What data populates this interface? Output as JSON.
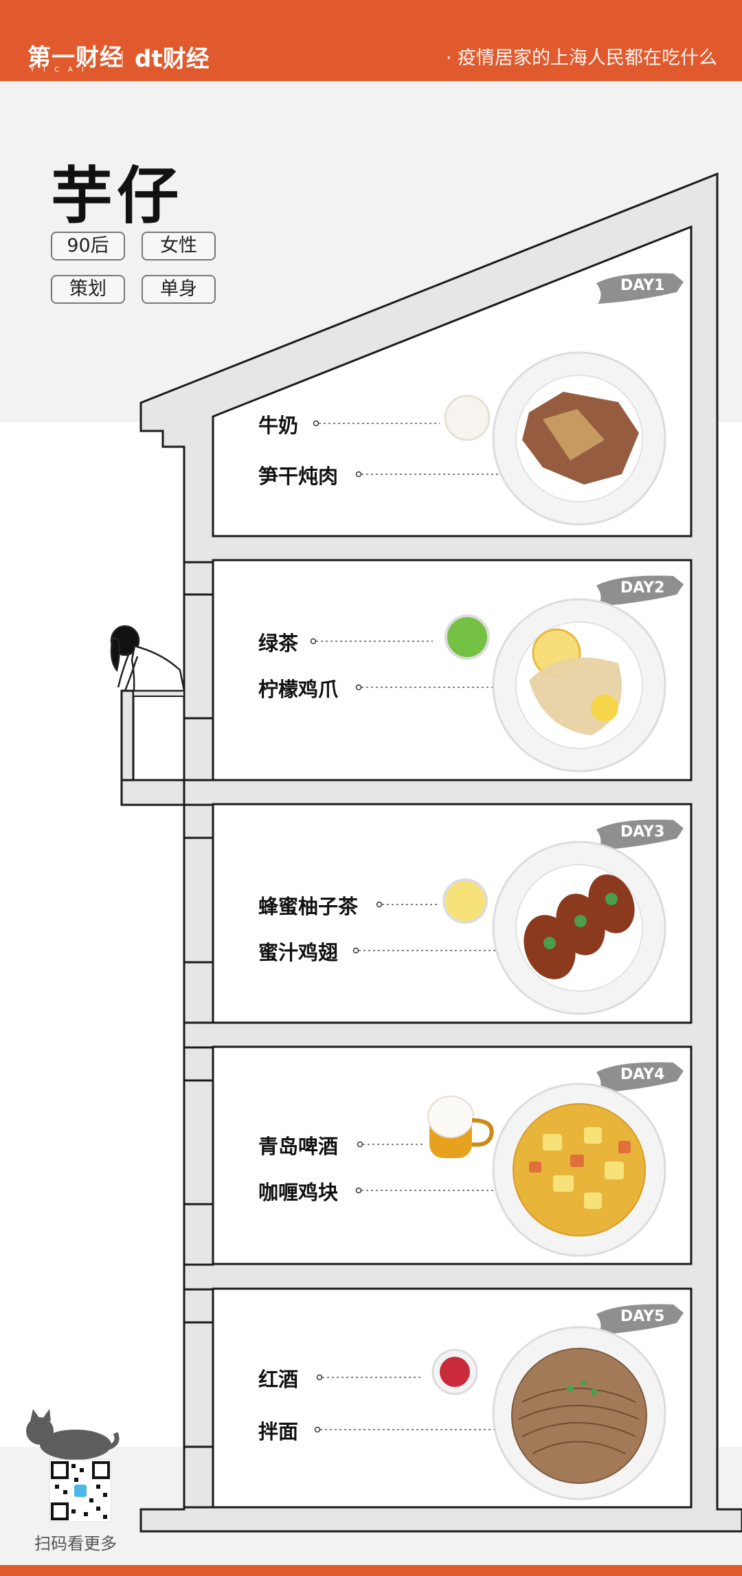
{
  "header": {
    "logo_yicai": "第一财经",
    "logo_yicai_sub": "YICAI",
    "logo_dt": "dt财经",
    "tagline": "· 疫情居家的上海人民都在吃什么"
  },
  "person": {
    "name": "芋仔",
    "tags": [
      "90后",
      "女性",
      "策划",
      "单身"
    ]
  },
  "days": [
    {
      "label": "DAY1",
      "drink": "牛奶",
      "dish": "笋干炖肉",
      "drink_color": "#f6f3ee",
      "dish_color": "#8a4a2a"
    },
    {
      "label": "DAY2",
      "drink": "绿茶",
      "dish": "柠檬鸡爪",
      "drink_color": "#74c043",
      "dish_color": "#f1c64c"
    },
    {
      "label": "DAY3",
      "drink": "蜂蜜柚子茶",
      "dish": "蜜汁鸡翅",
      "drink_color": "#f7e27a",
      "dish_color": "#8b3a1e"
    },
    {
      "label": "DAY4",
      "drink": "青岛啤酒",
      "dish": "咖喱鸡块",
      "drink_color": "#e6a11f",
      "dish_color": "#f0c23a"
    },
    {
      "label": "DAY5",
      "drink": "红酒",
      "dish": "拌面",
      "drink_color": "#c92b3a",
      "dish_color": "#9c7250"
    }
  ],
  "footer": {
    "qr_caption": "扫码看更多"
  },
  "colors": {
    "brand": "#e05a2d",
    "wall": "#e6e6e6",
    "band": "#f2f2f2"
  }
}
